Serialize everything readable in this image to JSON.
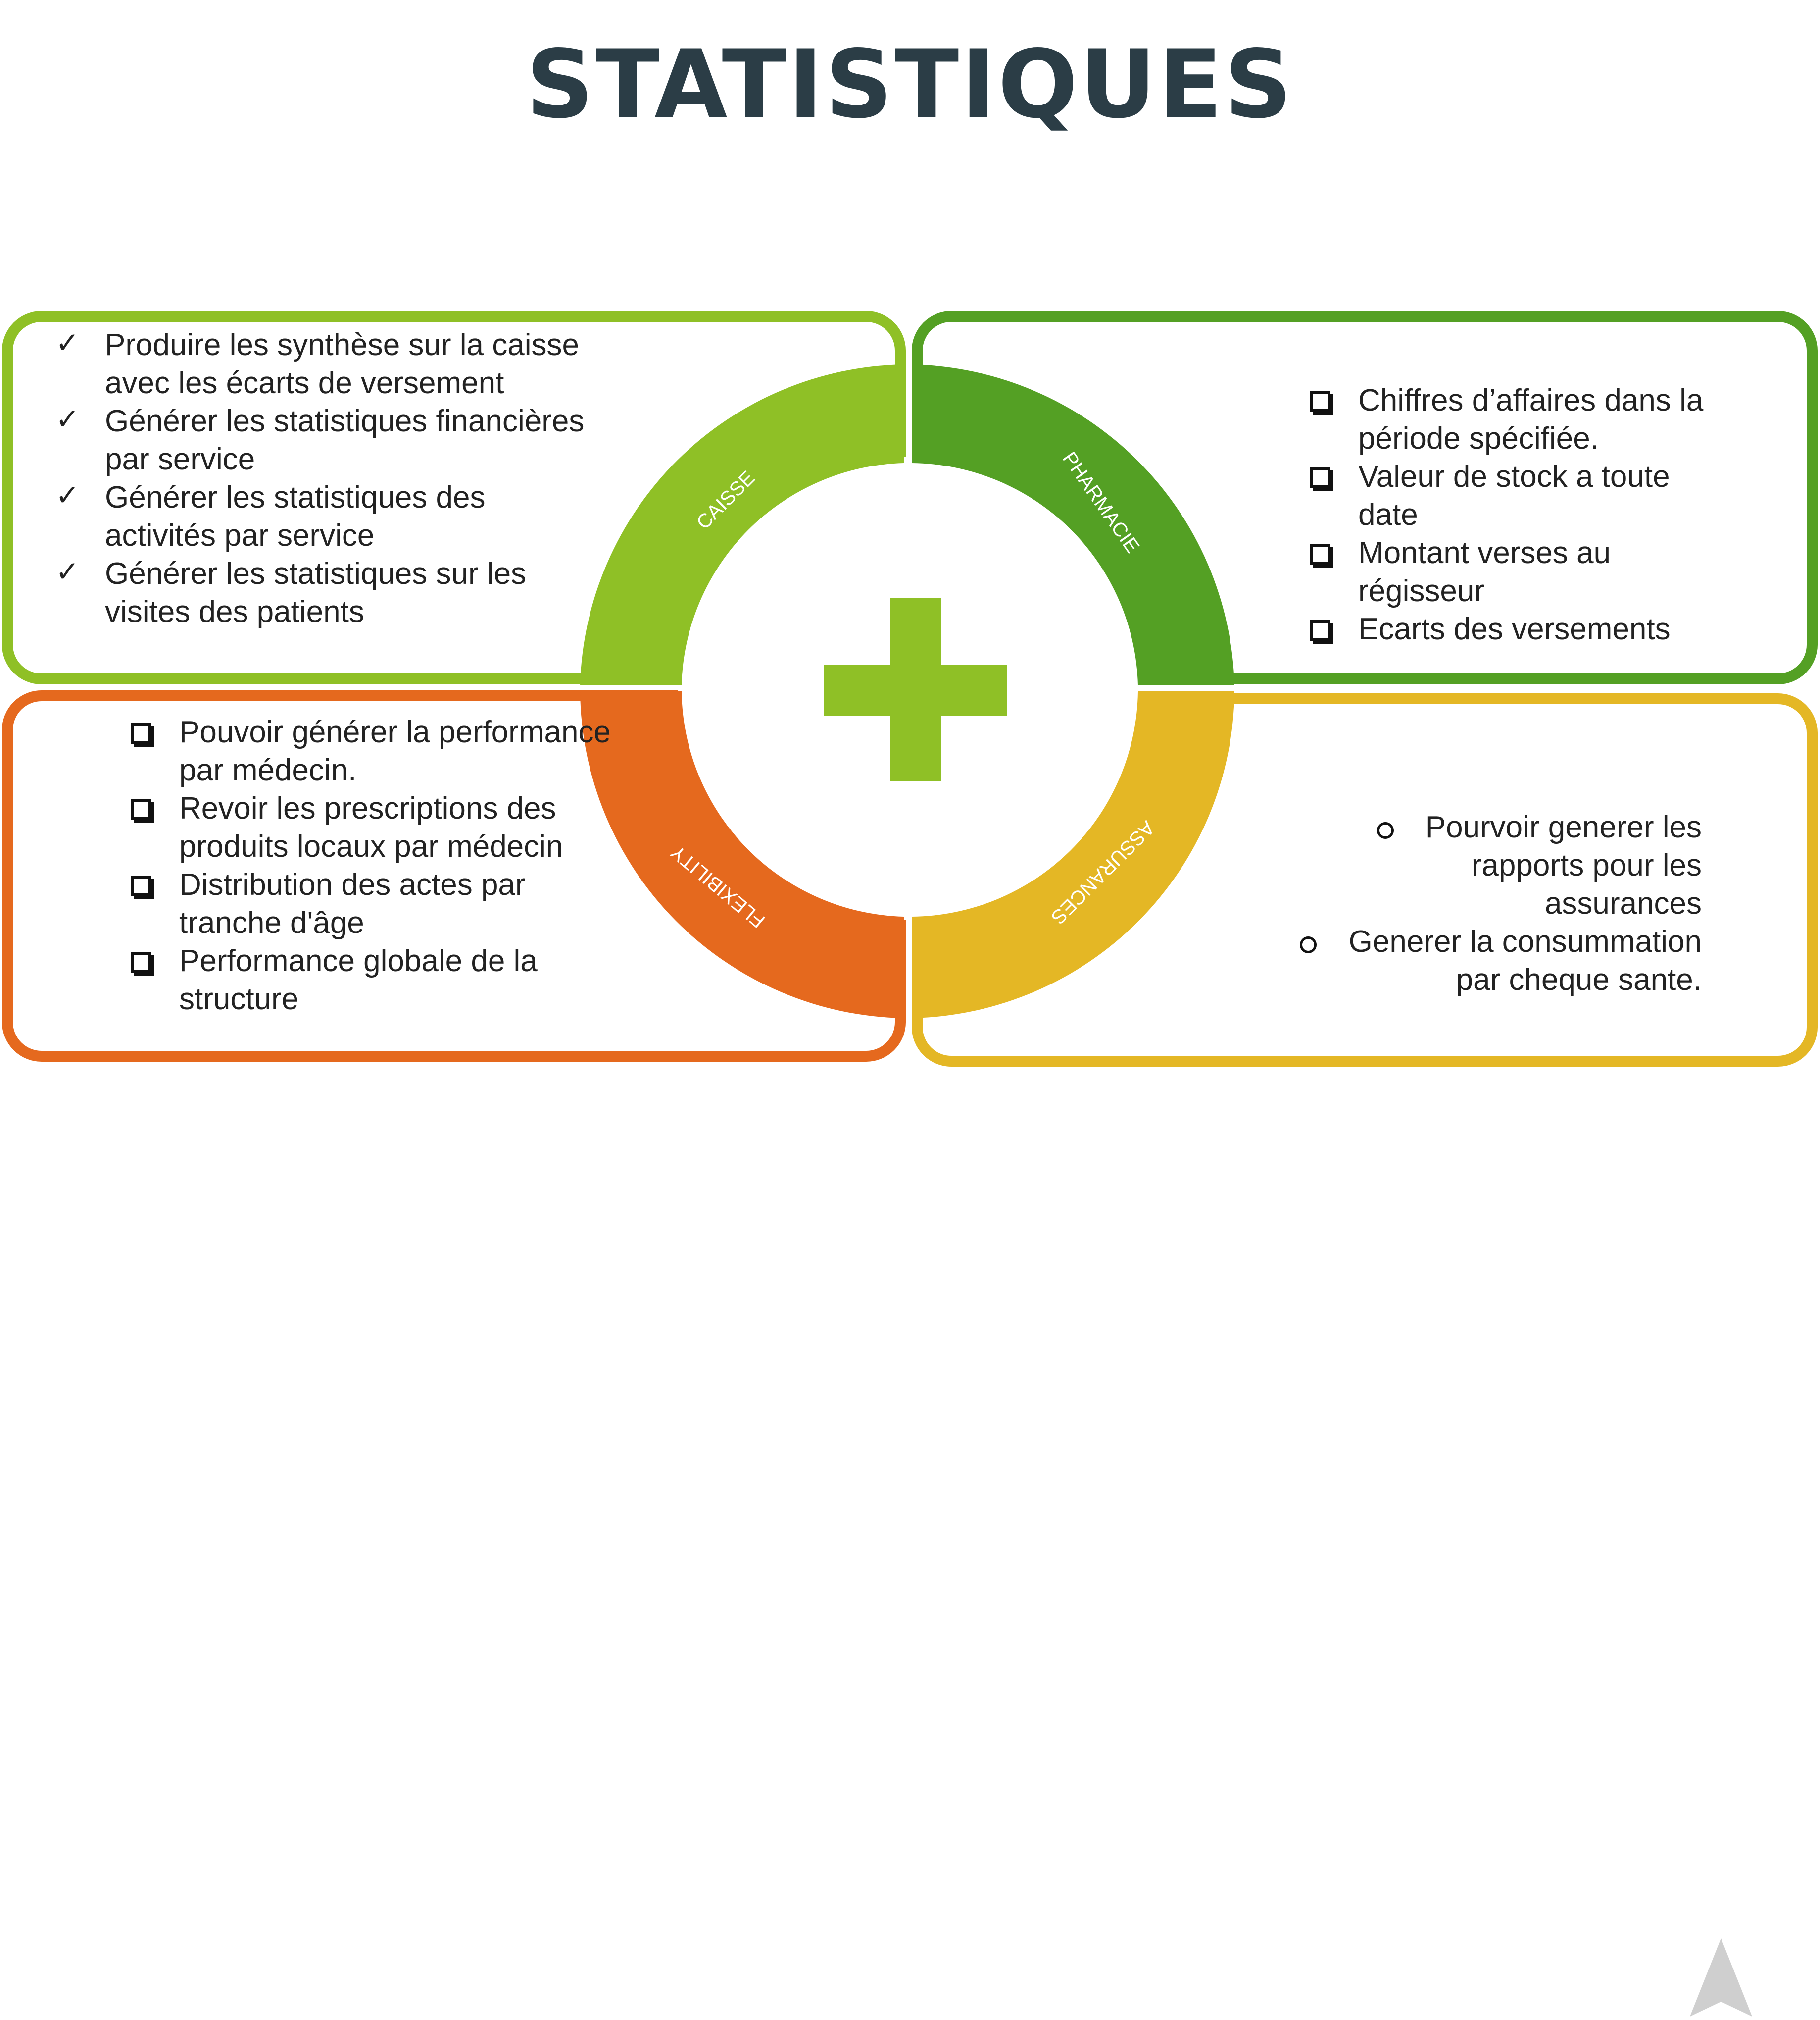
{
  "title": "STATISTIQUES",
  "colors": {
    "caisse": "#8fc026",
    "pharmacie": "#54a024",
    "flexibility": "#e5691e",
    "assurances": "#e4b725",
    "title": "#2b3d46",
    "plus": "#8fc026"
  },
  "icons": {
    "center": "plus-icon",
    "caisse_bullet": "checkmark-icon",
    "pharmacie_bullet": "checkbox-icon",
    "flexibility_bullet": "checkbox-icon",
    "assurances_bullet": "circle-bullet-icon"
  },
  "segments": {
    "caisse": "CAISSE",
    "pharmacie": "PHARMACIE",
    "flexibility": "FLEXIBILITY",
    "assurances": "ASSURANCES"
  },
  "caisse_items": [
    {
      "line1": "Produire les synthèse sur la caisse",
      "line2": "avec les écarts de versement"
    },
    {
      "line1": "Générer les statistiques financières",
      "line2": "par service"
    },
    {
      "line1": "Générer les statistiques des",
      "line2": "activités par service"
    },
    {
      "line1": "Générer les statistiques sur les",
      "line2": "visites des patients"
    }
  ],
  "pharmacie_items": [
    {
      "line1": "Chiffres d’affaires dans la",
      "line2": "période spécifiée."
    },
    {
      "line1": "Valeur de stock a toute",
      "line2": "date"
    },
    {
      "line1": "Montant verses au",
      "line2": "régisseur"
    },
    {
      "line1": "Ecarts des versements",
      "line2": ""
    }
  ],
  "flexibility_items": [
    {
      "line1": "Pouvoir générer la performance",
      "line2": "par médecin."
    },
    {
      "line1": "Revoir les prescriptions des",
      "line2": "produits locaux par  médecin"
    },
    {
      "line1": "Distribution des actes par",
      "line2": "tranche d'âge"
    },
    {
      "line1": "Performance globale de la",
      "line2": "structure"
    }
  ],
  "assurances_items": [
    {
      "line1": "Pourvoir generer les",
      "line2": "rapports pour les",
      "line3": "assurances"
    },
    {
      "line1": "Generer la consummation",
      "line2": "par cheque sante.",
      "line3": ""
    }
  ]
}
